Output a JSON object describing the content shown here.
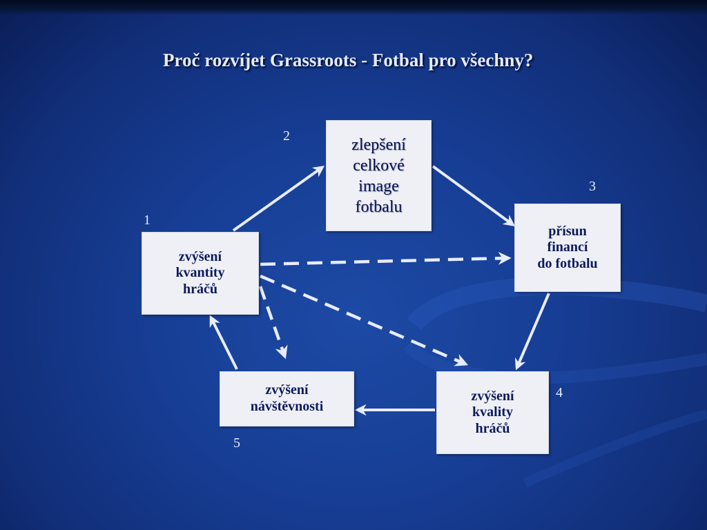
{
  "title": "Proč rozvíjet Grassroots - Fotbal pro všechny?",
  "boxes": {
    "top": "zlepšení\ncelkové\nimage\nfotbalu",
    "right": "přísun\nfinancí\ndo fotbalu",
    "left": "zvýšení\nkvantity\nhráčů",
    "bottom_right": "zvýšení\nkvality\nhráčů",
    "bottom_left": "zvýšení\nnávštěvnosti"
  },
  "numbers": {
    "n1": "1",
    "n2": "2",
    "n3": "3",
    "n4": "4",
    "n5": "5"
  },
  "colors": {
    "background": "#173e95",
    "box_fill": "#eef0f6",
    "arrow": "#e8ecff",
    "box_text": "#0c1a5a"
  }
}
